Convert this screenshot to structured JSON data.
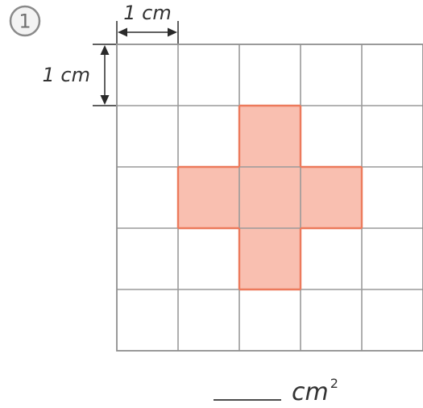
{
  "problem": {
    "number": "1"
  },
  "grid": {
    "rows": 5,
    "cols": 5,
    "shaded_cells": [
      {
        "row": 1,
        "col": 2
      },
      {
        "row": 2,
        "col": 1
      },
      {
        "row": 2,
        "col": 2
      },
      {
        "row": 2,
        "col": 3
      },
      {
        "row": 3,
        "col": 2
      }
    ]
  },
  "dimensions": {
    "horizontal_label": "1 cm",
    "vertical_label": "1 cm"
  },
  "answer": {
    "unit": "cm",
    "unit_exponent": "2"
  },
  "colors": {
    "shape_fill": "#f9bfb0",
    "shape_outline": "#ec7a5c",
    "grid_line": "#9a9a9a"
  }
}
